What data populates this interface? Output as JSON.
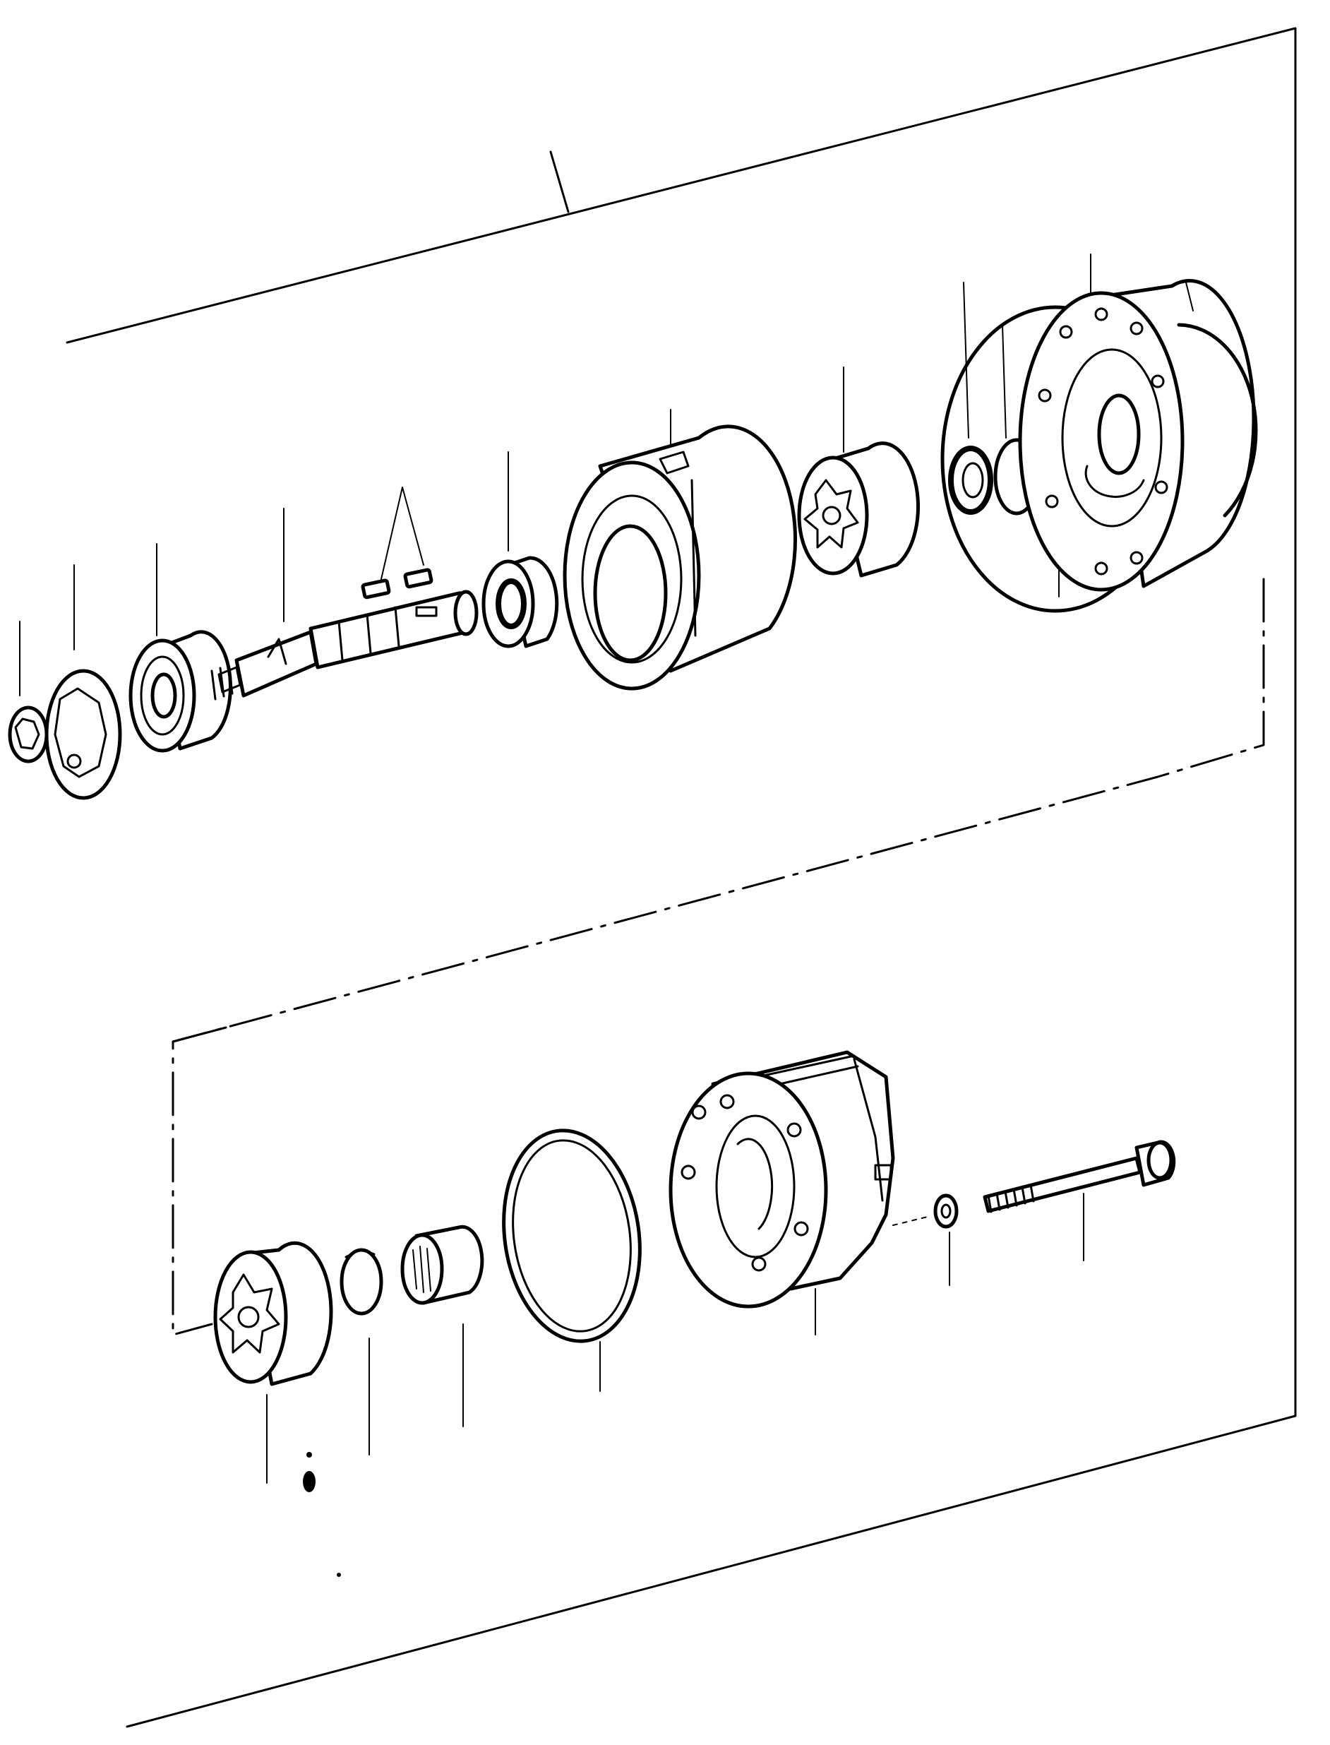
{
  "drawing": {
    "ink_color": "#000000",
    "paper_color": "#ffffff",
    "parts_upper": [
      "snap-ring-small",
      "lock-plate",
      "ball-bearing",
      "drive-shaft",
      "shaft-keys",
      "shaft-seal",
      "pump-housing",
      "gerotor-set-upper",
      "lip-seal",
      "o-ring-small",
      "end-cover",
      "o-ring-large"
    ],
    "parts_lower": [
      "gerotor-set-lower",
      "retaining-ring",
      "needle-bearing",
      "sealing-ring",
      "rear-housing",
      "washer",
      "cap-screw"
    ]
  }
}
